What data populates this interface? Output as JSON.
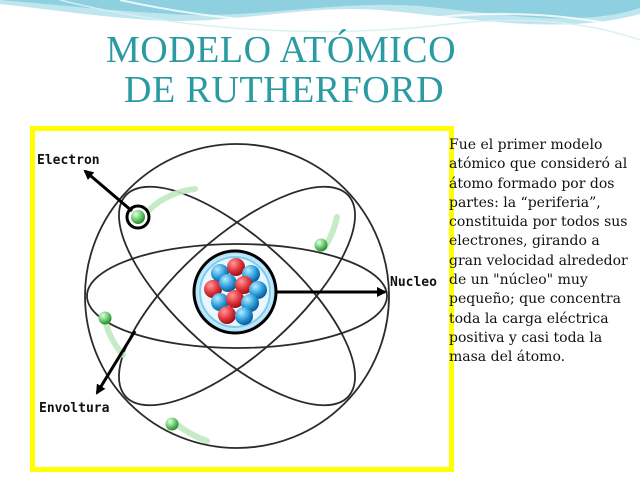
{
  "slide": {
    "title_line1": "MODELO  ATÓMICO",
    "title_line2": "DE RUTHERFORD",
    "title_color": "#2a9aa3",
    "frame_color": "#ffff00"
  },
  "diagram": {
    "label_electron": "Electron",
    "label_nucleus": "Nucleo",
    "label_envelope": "Envoltura"
  },
  "description": {
    "text": "Fue el primer modelo atómico que consideró al átomo formado por dos partes: la “periferia”, constituida por todos sus electrones, girando a gran velocidad alrededor de un \"núcleo\" muy pequeño; que concentra toda la carga eléctrica positiva y casi toda la masa del átomo."
  }
}
